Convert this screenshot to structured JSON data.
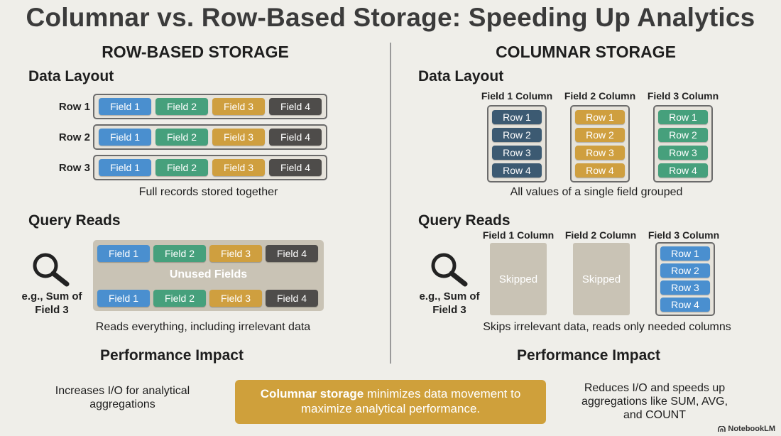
{
  "title": "Columnar vs. Row-Based Storage: Speeding Up Analytics",
  "left": {
    "heading": "ROW-BASED STORAGE",
    "layout_heading": "Data Layout",
    "rows": [
      {
        "label": "Row 1",
        "fields": [
          "Field 1",
          "Field 2",
          "Field 3",
          "Field 4"
        ]
      },
      {
        "label": "Row 2",
        "fields": [
          "Field 1",
          "Field 2",
          "Field 3",
          "Field 4"
        ]
      },
      {
        "label": "Row 3",
        "fields": [
          "Field 1",
          "Field 2",
          "Field 3",
          "Field 4"
        ]
      }
    ],
    "layout_caption": "Full records stored together",
    "query_heading": "Query Reads",
    "query_example": "e.g., Sum of Field 3",
    "query_rows": [
      [
        "Field 1",
        "Field 2",
        "Field 3",
        "Field 4"
      ],
      [
        "Field 1",
        "Field 2",
        "Field 3",
        "Field 4"
      ]
    ],
    "unused_label": "Unused Fields",
    "query_caption": "Reads everything, including irrelevant data",
    "perf_heading": "Performance Impact",
    "perf_text": "Increases I/O for analytical aggregations"
  },
  "right": {
    "heading": "COLUMNAR STORAGE",
    "layout_heading": "Data Layout",
    "columns": [
      {
        "label": "Field 1 Column",
        "rows": [
          "Row 1",
          "Row 2",
          "Row 3",
          "Row 4"
        ]
      },
      {
        "label": "Field 2 Column",
        "rows": [
          "Row 1",
          "Row 2",
          "Row 3",
          "Row 4"
        ]
      },
      {
        "label": "Field 3 Column",
        "rows": [
          "Row 1",
          "Row 2",
          "Row 3",
          "Row 4"
        ]
      }
    ],
    "layout_caption": "All values of a single field grouped",
    "query_heading": "Query Reads",
    "query_example": "e.g., Sum of Field 3",
    "query_columns": [
      {
        "label": "Field 1 Column",
        "state": "Skipped"
      },
      {
        "label": "Field 2 Column",
        "state": "Skipped"
      },
      {
        "label": "Field 3 Column",
        "rows": [
          "Row 1",
          "Row 2",
          "Row 3",
          "Row 4"
        ]
      }
    ],
    "query_caption": "Skips irrelevant data, reads only needed columns",
    "perf_heading": "Performance Impact",
    "perf_text": "Reduces I/O and speeds up aggregations like SUM, AVG, and COUNT"
  },
  "banner": {
    "bold": "Columnar storage",
    "rest": "minimizes data movement to maximize analytical performance."
  },
  "brand": "NotebookLM",
  "colors": {
    "field1": "#4a8fcf",
    "field2": "#46a07c",
    "field3": "#cf9f3f",
    "field4": "#4e4c4a",
    "column1": "#3c5a72",
    "banner": "#cfa03b"
  }
}
